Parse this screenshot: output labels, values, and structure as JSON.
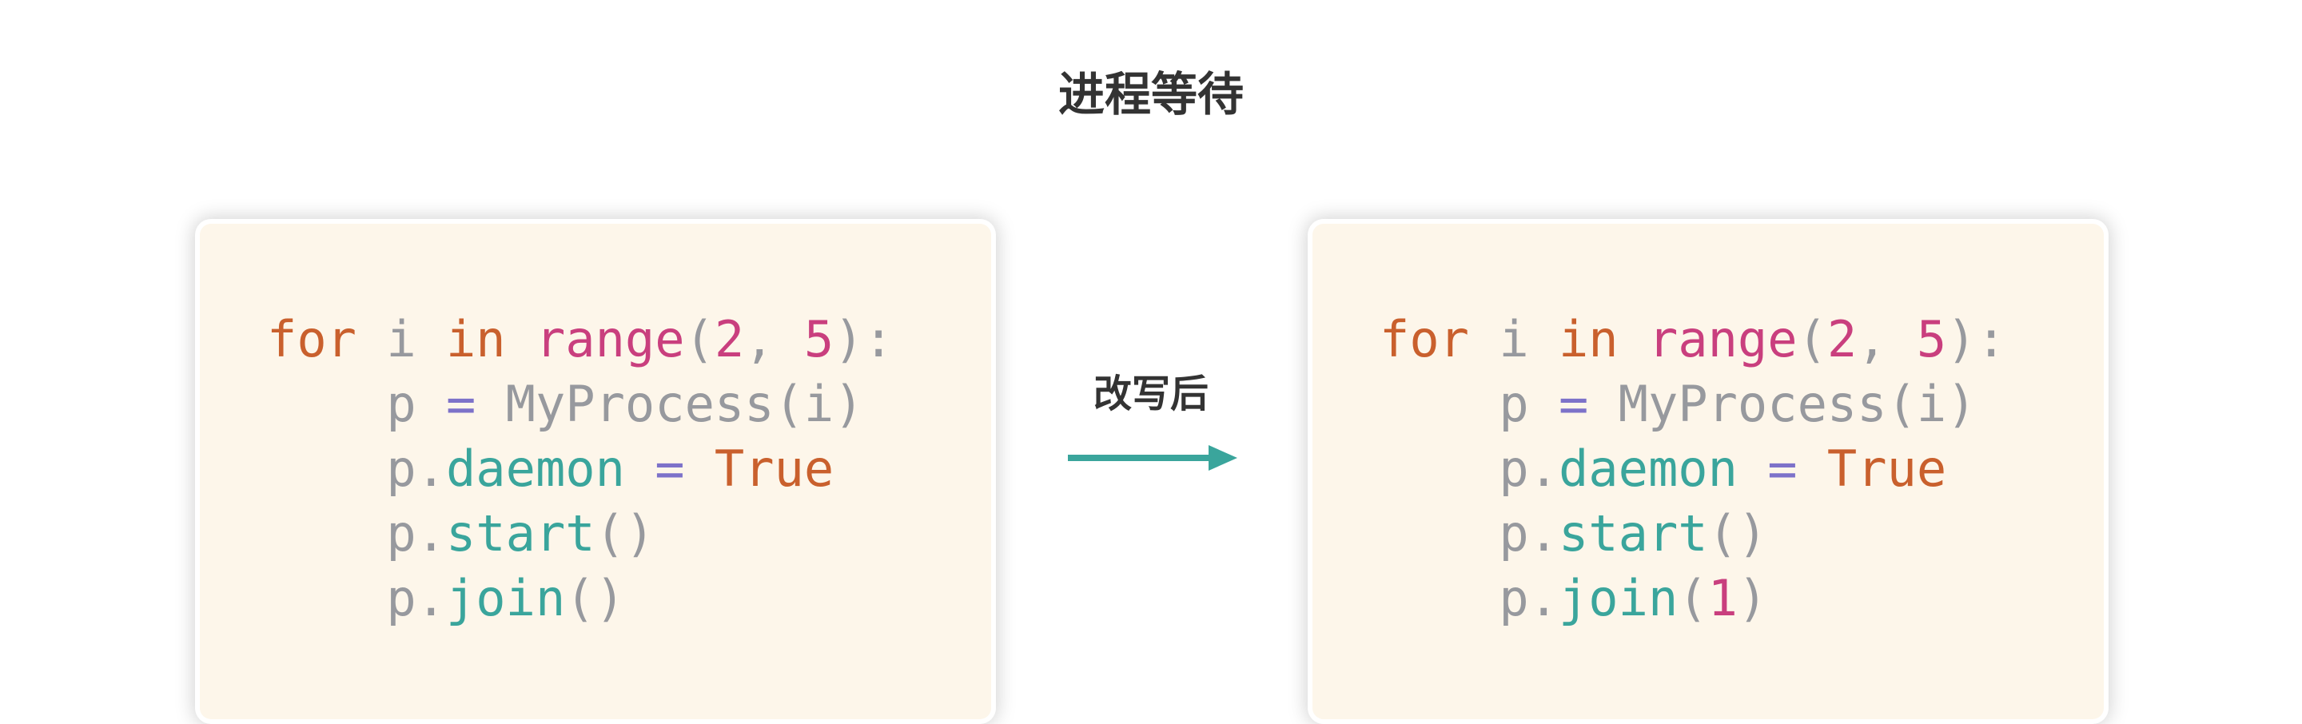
{
  "title": "进程等待",
  "arrow_label": "改写后",
  "colors": {
    "panel_bg": "#fdf6ea",
    "keyword": "#c9602d",
    "function_and_number": "#c93f7e",
    "attribute": "#3aa59c",
    "operator": "#7d72c9",
    "plain": "#97999e",
    "arrow": "#3aa59c"
  },
  "icons": {
    "arrow": "right-arrow-icon"
  },
  "left_code": {
    "l1": {
      "for": "for",
      "i": "i",
      "in": "in",
      "range": "range",
      "open": "(",
      "n1": "2",
      "comma": ",",
      "n2": "5",
      "close": "):"
    },
    "l2": {
      "p": "p",
      "eq": "=",
      "cls": "MyProcess(i)"
    },
    "l3": {
      "p": "p.",
      "attr": "daemon",
      "eq": "=",
      "val": "True"
    },
    "l4": {
      "p": "p.",
      "attr": "start",
      "args": "()"
    },
    "l5": {
      "p": "p.",
      "attr": "join",
      "args": "()"
    }
  },
  "right_code": {
    "l1": {
      "for": "for",
      "i": "i",
      "in": "in",
      "range": "range",
      "open": "(",
      "n1": "2",
      "comma": ",",
      "n2": "5",
      "close": "):"
    },
    "l2": {
      "p": "p",
      "eq": "=",
      "cls": "MyProcess(i)"
    },
    "l3": {
      "p": "p.",
      "attr": "daemon",
      "eq": "=",
      "val": "True"
    },
    "l4": {
      "p": "p.",
      "attr": "start",
      "args": "()"
    },
    "l5": {
      "p": "p.",
      "attr": "join",
      "open": "(",
      "arg": "1",
      "close": ")"
    }
  }
}
